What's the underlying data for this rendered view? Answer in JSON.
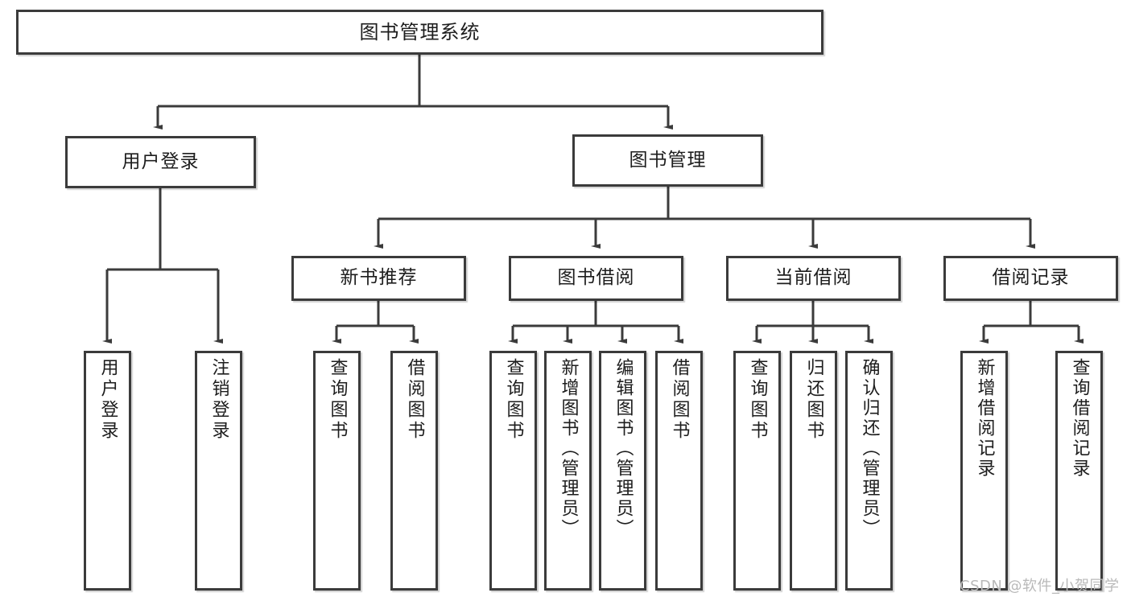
{
  "diagram": {
    "title": "图书管理系统",
    "type": "tree",
    "root": {
      "label": "图书管理系统"
    },
    "level1": [
      {
        "id": "user-login",
        "label": "用户登录"
      },
      {
        "id": "book-manage",
        "label": "图书管理"
      }
    ],
    "level2": [
      {
        "id": "new-book-rec",
        "label": "新书推荐",
        "parent": "book-manage"
      },
      {
        "id": "book-borrow",
        "label": "图书借阅",
        "parent": "book-manage"
      },
      {
        "id": "current-borrow",
        "label": "当前借阅",
        "parent": "book-manage"
      },
      {
        "id": "borrow-record",
        "label": "借阅记录",
        "parent": "book-manage"
      }
    ],
    "leaves": [
      {
        "id": "leaf-user-login",
        "label": "用户登录",
        "parent": "user-login"
      },
      {
        "id": "leaf-logout",
        "label": "注销登录",
        "parent": "user-login"
      },
      {
        "id": "leaf-query-book-1",
        "label": "查询图书",
        "parent": "new-book-rec"
      },
      {
        "id": "leaf-borrow-book-1",
        "label": "借阅图书",
        "parent": "new-book-rec"
      },
      {
        "id": "leaf-query-book-2",
        "label": "查询图书",
        "parent": "book-borrow"
      },
      {
        "id": "leaf-add-book",
        "label": "新增图书（管理员）",
        "parent": "book-borrow"
      },
      {
        "id": "leaf-edit-book",
        "label": "编辑图书（管理员）",
        "parent": "book-borrow"
      },
      {
        "id": "leaf-borrow-book-2",
        "label": "借阅图书",
        "parent": "book-borrow"
      },
      {
        "id": "leaf-query-book-3",
        "label": "查询图书",
        "parent": "current-borrow"
      },
      {
        "id": "leaf-return-book",
        "label": "归还图书",
        "parent": "current-borrow"
      },
      {
        "id": "leaf-confirm-return",
        "label": "确认归还（管理员）",
        "parent": "current-borrow"
      },
      {
        "id": "leaf-add-record",
        "label": "新增借阅记录",
        "parent": "borrow-record"
      },
      {
        "id": "leaf-query-record",
        "label": "查询借阅记录",
        "parent": "borrow-record"
      }
    ]
  },
  "watermark": {
    "text": "CSDN @软件_小贺同学"
  },
  "colors": {
    "border": "#3b3b3b",
    "fill": "#ffffff",
    "text": "#1d1d1d",
    "watermark": "#b9b9b9",
    "background": "#ffffff"
  }
}
